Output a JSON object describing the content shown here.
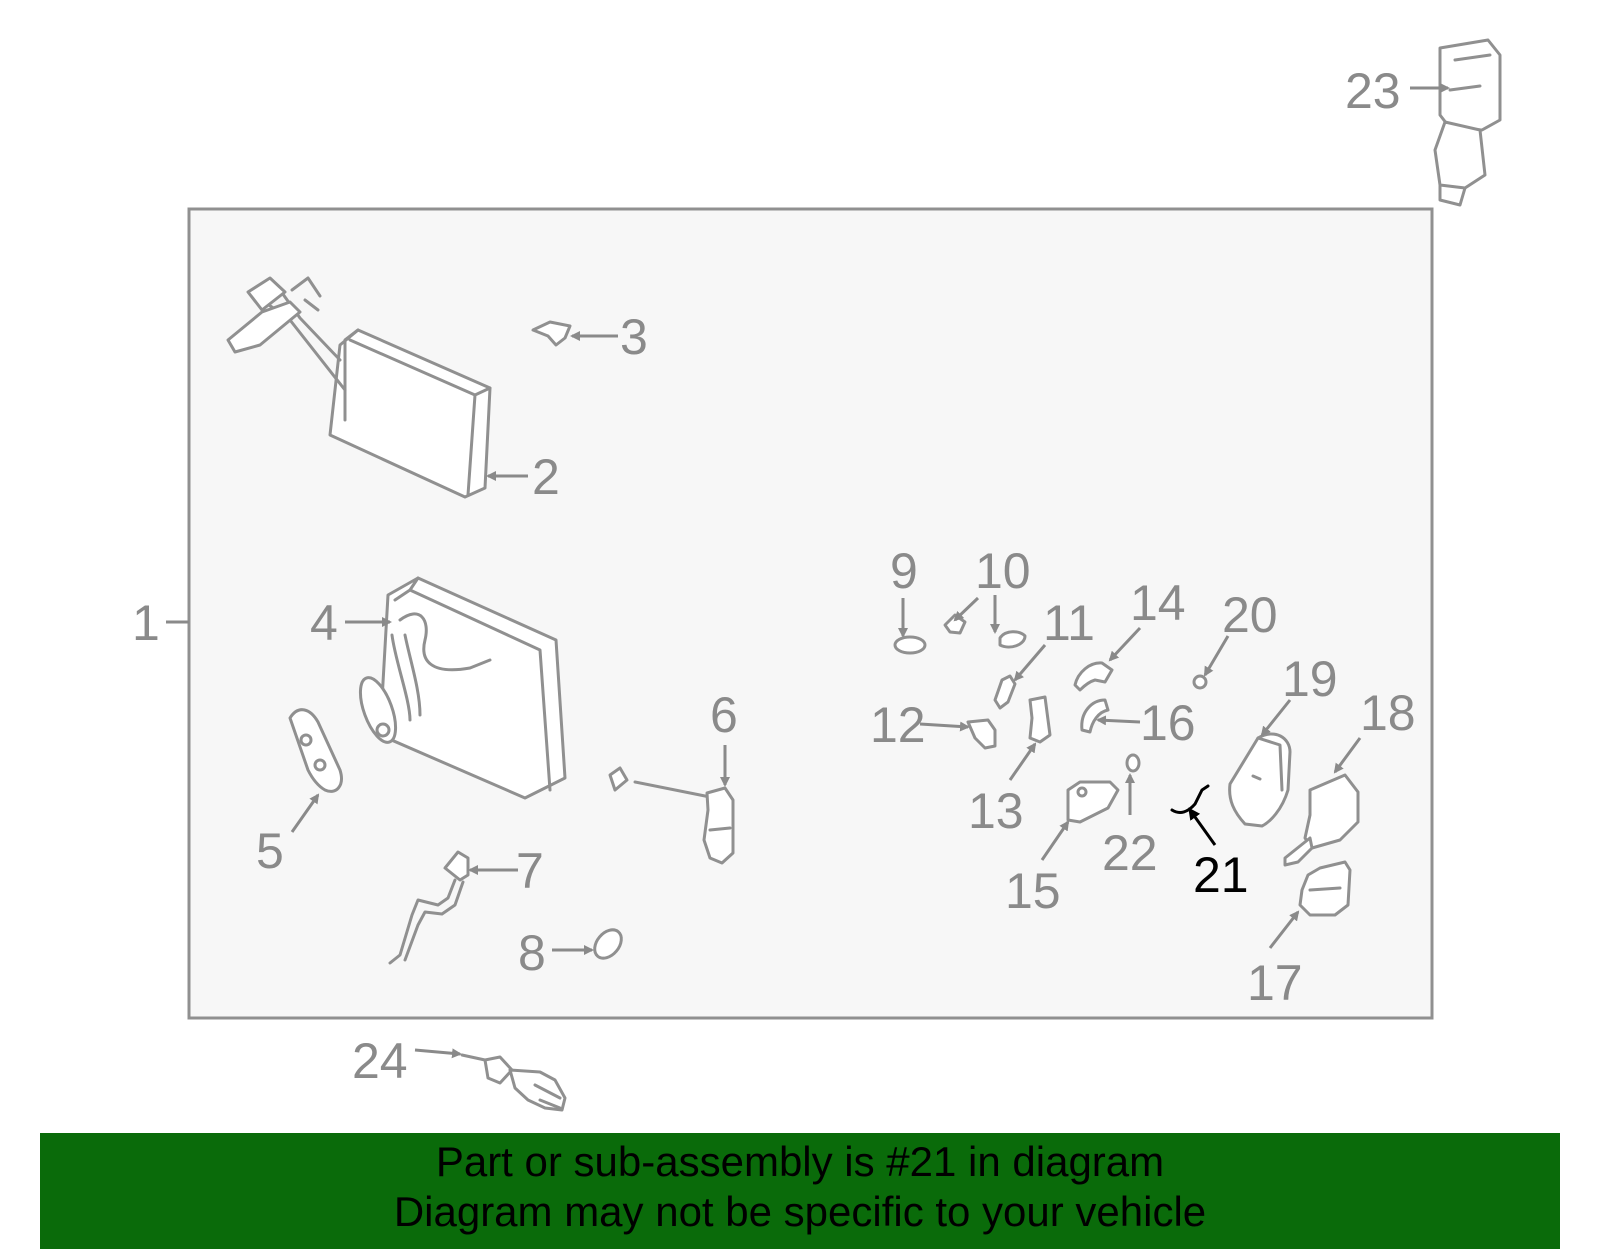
{
  "labels": {
    "p1": "1",
    "p2": "2",
    "p3": "3",
    "p4": "4",
    "p5": "5",
    "p6": "6",
    "p7": "7",
    "p8": "8",
    "p9": "9",
    "p10": "10",
    "p11": "11",
    "p12": "12",
    "p13": "13",
    "p14": "14",
    "p15": "15",
    "p16": "16",
    "p17": "17",
    "p18": "18",
    "p19": "19",
    "p20": "20",
    "p21": "21",
    "p22": "22",
    "p23": "23",
    "p24": "24"
  },
  "highlighted_part": "21",
  "colors": {
    "label": "#8a8a8a",
    "highlight": "#000000",
    "banner": "#0a6b0a",
    "frame_fill": "#f7f7f7"
  },
  "banner": {
    "line1": "Part or sub-assembly is #21 in diagram",
    "line2": "Diagram may not be specific to your vehicle"
  }
}
